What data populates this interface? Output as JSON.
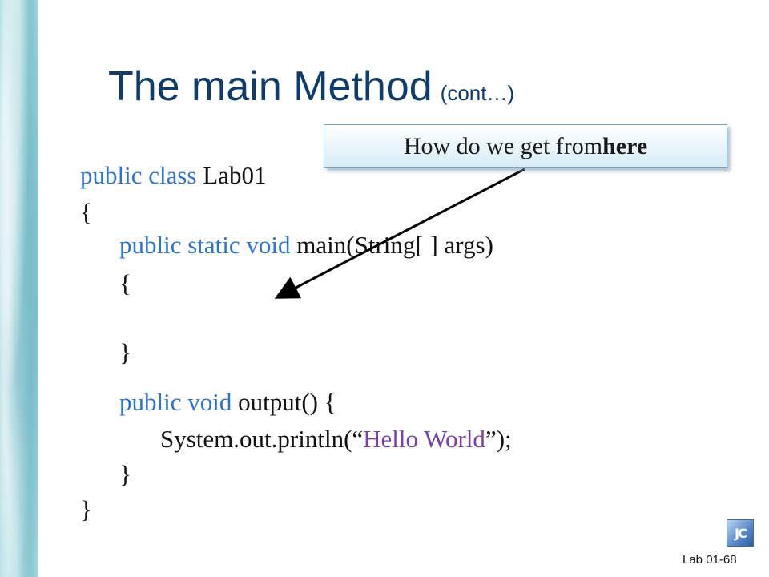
{
  "slide": {
    "title": "The main Method",
    "title_suffix": "(cont…)",
    "callout": {
      "prefix": "How do we get from ",
      "emphasis": "here"
    },
    "code": {
      "line1": {
        "kw": "public class",
        "rest": " Lab01"
      },
      "line2": "{",
      "line3": {
        "kw": "public static void",
        "rest": " main(String[  ] args)"
      },
      "line4": "{",
      "line5": "}",
      "line6": {
        "kw": "public void",
        "rest": " output() {"
      },
      "line7": {
        "pre": "System.out.println(“",
        "str": "Hello  World",
        "post": "”);"
      },
      "line8": "}",
      "line9": "}"
    },
    "logo_text": "JC",
    "footer": "Lab 01-68"
  },
  "colors": {
    "title": "#103c6a",
    "keyword": "#2f74cc",
    "string": "#7b3fa6",
    "callout_border": "#6ea7cf"
  }
}
